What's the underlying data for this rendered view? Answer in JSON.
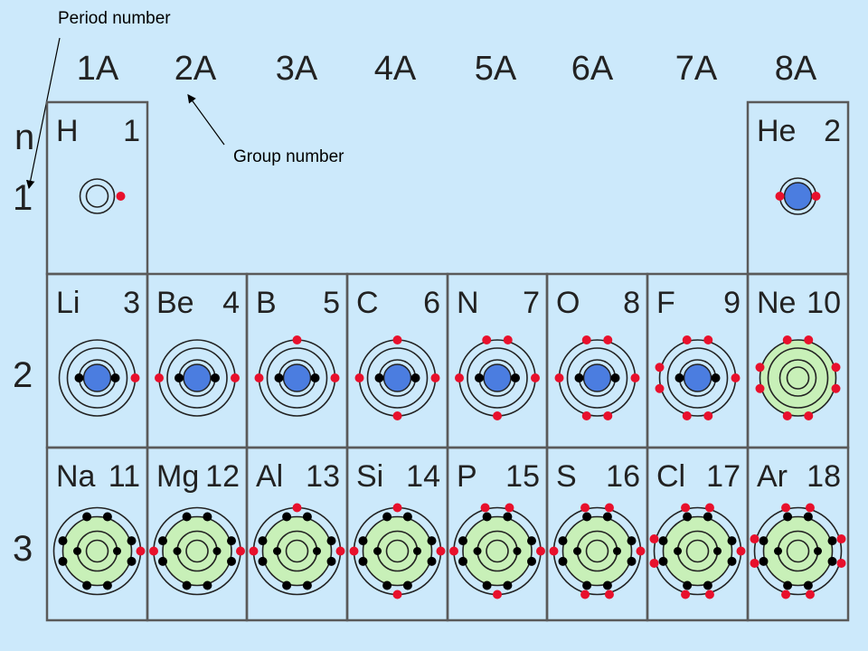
{
  "annotations": {
    "period_label": "Period number",
    "group_label": "Group number"
  },
  "groups": [
    "1A",
    "2A",
    "3A",
    "4A",
    "5A",
    "6A",
    "7A",
    "8A"
  ],
  "period_header": "n",
  "periods": [
    "1",
    "2",
    "3"
  ],
  "colors": {
    "background": "#cce9fb",
    "cell_border": "#5a5a5a",
    "valence_electron": "#e8102c",
    "inner_electron": "#000000",
    "nucleus_core_small": "#4b7de0",
    "nucleus_core_large": "#c8f0b8",
    "orbit": "#222222"
  },
  "elements": [
    {
      "symbol": "H",
      "number": "1",
      "period": 1,
      "group": 1,
      "valence": 1,
      "shells": 1
    },
    {
      "symbol": "He",
      "number": "2",
      "period": 1,
      "group": 8,
      "valence": 2,
      "shells": 1
    },
    {
      "symbol": "Li",
      "number": "3",
      "period": 2,
      "group": 1,
      "valence": 1,
      "shells": 2
    },
    {
      "symbol": "Be",
      "number": "4",
      "period": 2,
      "group": 2,
      "valence": 2,
      "shells": 2
    },
    {
      "symbol": "B",
      "number": "5",
      "period": 2,
      "group": 3,
      "valence": 3,
      "shells": 2
    },
    {
      "symbol": "C",
      "number": "6",
      "period": 2,
      "group": 4,
      "valence": 4,
      "shells": 2
    },
    {
      "symbol": "N",
      "number": "7",
      "period": 2,
      "group": 5,
      "valence": 5,
      "shells": 2
    },
    {
      "symbol": "O",
      "number": "8",
      "period": 2,
      "group": 6,
      "valence": 6,
      "shells": 2
    },
    {
      "symbol": "F",
      "number": "9",
      "period": 2,
      "group": 7,
      "valence": 7,
      "shells": 2
    },
    {
      "symbol": "Ne",
      "number": "10",
      "period": 2,
      "group": 8,
      "valence": 8,
      "shells": 2
    },
    {
      "symbol": "Na",
      "number": "11",
      "period": 3,
      "group": 1,
      "valence": 1,
      "shells": 3
    },
    {
      "symbol": "Mg",
      "number": "12",
      "period": 3,
      "group": 2,
      "valence": 2,
      "shells": 3
    },
    {
      "symbol": "Al",
      "number": "13",
      "period": 3,
      "group": 3,
      "valence": 3,
      "shells": 3
    },
    {
      "symbol": "Si",
      "number": "14",
      "period": 3,
      "group": 4,
      "valence": 4,
      "shells": 3
    },
    {
      "symbol": "P",
      "number": "15",
      "period": 3,
      "group": 5,
      "valence": 5,
      "shells": 3
    },
    {
      "symbol": "S",
      "number": "16",
      "period": 3,
      "group": 6,
      "valence": 6,
      "shells": 3
    },
    {
      "symbol": "Cl",
      "number": "17",
      "period": 3,
      "group": 7,
      "valence": 7,
      "shells": 3
    },
    {
      "symbol": "Ar",
      "number": "18",
      "period": 3,
      "group": 8,
      "valence": 8,
      "shells": 3
    }
  ]
}
